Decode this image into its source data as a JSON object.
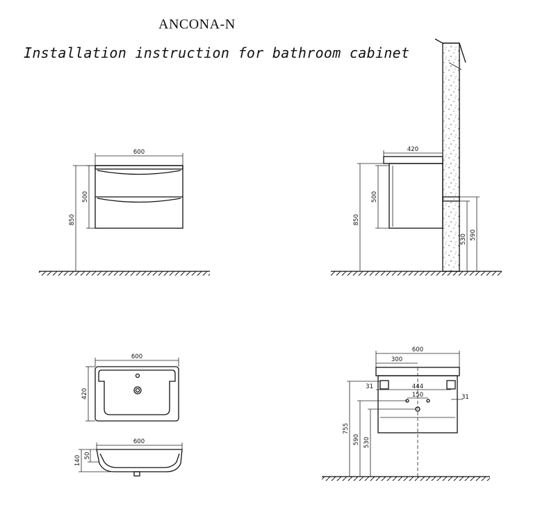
{
  "header": {
    "model": "ANCONA-N",
    "subtitle": "Installation instruction for bathroom cabinet"
  },
  "front_view": {
    "width": "600",
    "height_body": "500",
    "height_total": "850"
  },
  "side_view": {
    "depth": "420",
    "height_body": "500",
    "height_total": "850",
    "fixing_1": "530",
    "fixing_2": "590"
  },
  "basin_top": {
    "width": "600",
    "depth": "420"
  },
  "basin_section": {
    "width": "600",
    "height": "140",
    "rim": "50"
  },
  "rear_view": {
    "width": "600",
    "half_width": "300",
    "edge_left": "31",
    "bracket_spacing": "444",
    "pipe_spacing": "150",
    "edge_right": "31",
    "h_top": "755",
    "h_590": "590",
    "h_530": "530"
  }
}
